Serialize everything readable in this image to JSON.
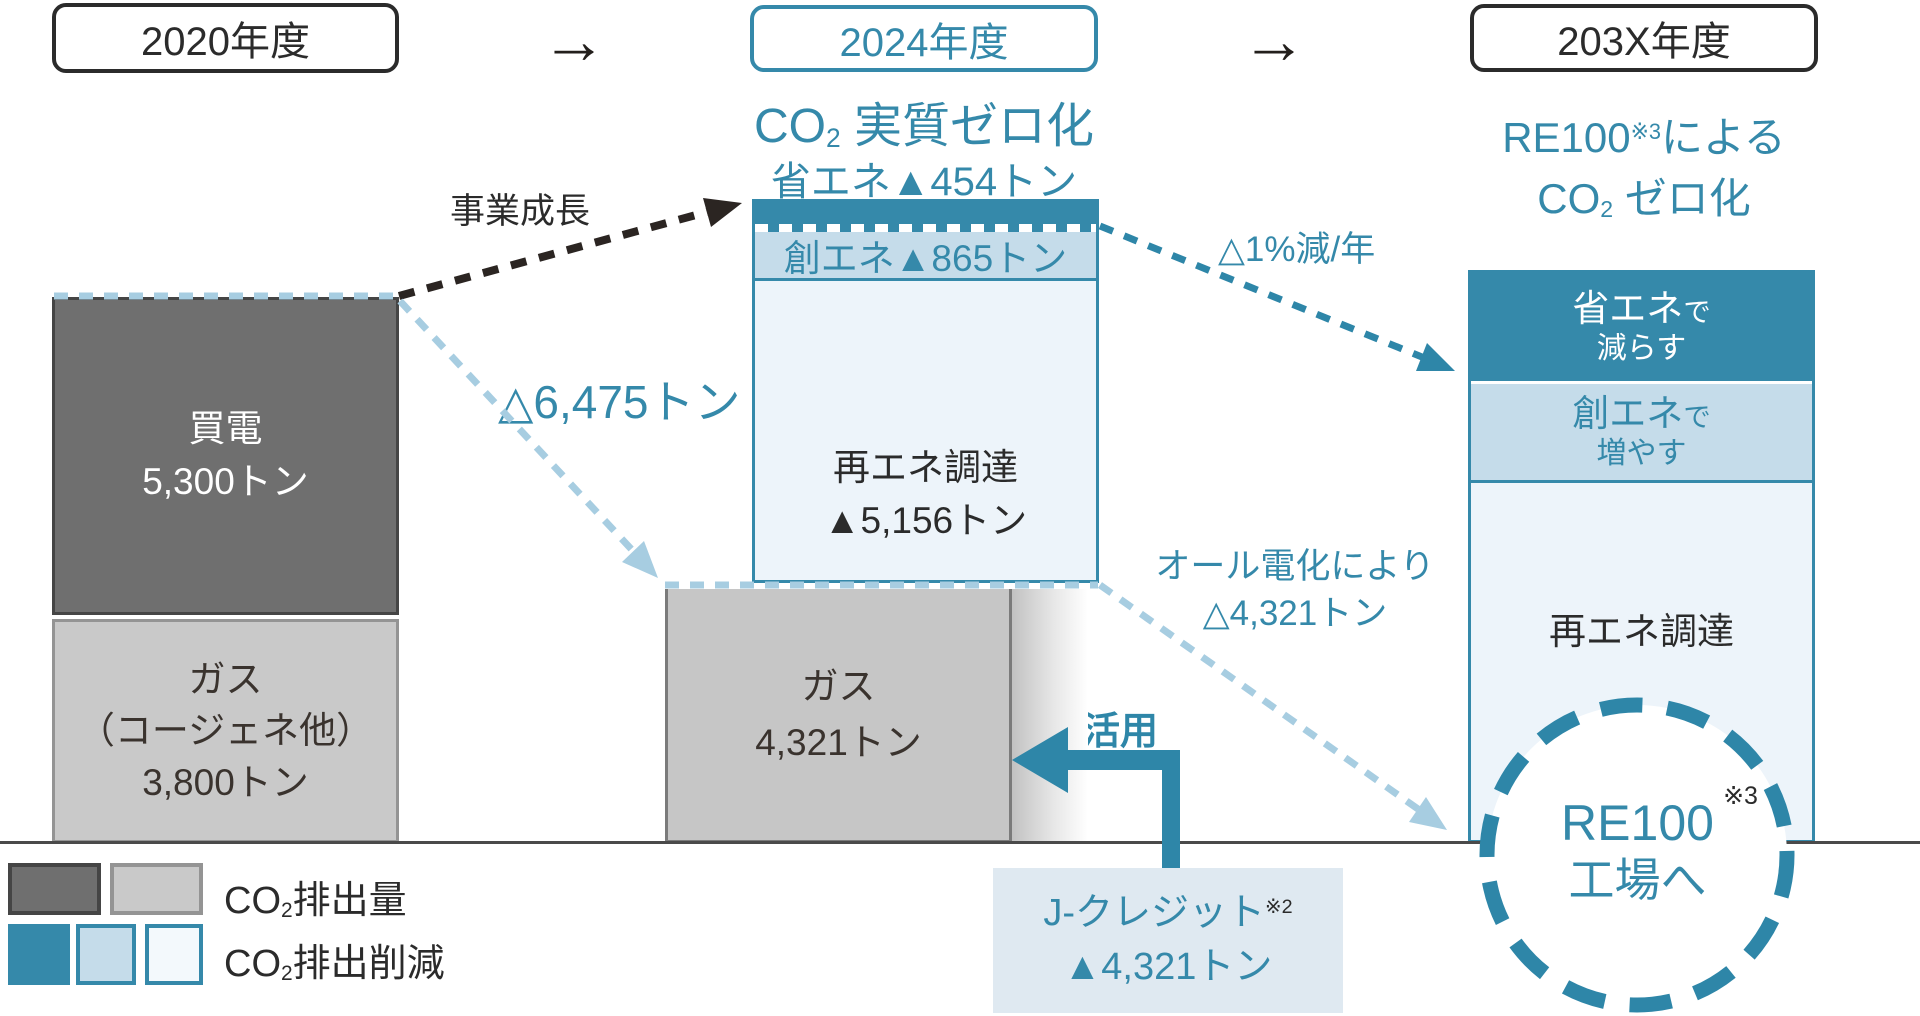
{
  "meta": {
    "description_visible_language": "ja",
    "colors": {
      "teal": "#3589aa",
      "teal_dark": "#2e86a8",
      "light_blue": "#c5dcea",
      "pale_blue": "#edf4fa",
      "dark_gray": "#6f6f6f",
      "light_gray": "#c9c9c9",
      "gas_gray": "#c6c6c6",
      "jcredit_bg": "#dfe9f1",
      "pale_dash": "#a7cde1",
      "black": "#2b2b2b",
      "baseline": "#4a4a4a"
    }
  },
  "timeline": {
    "fy2020": "2020年度",
    "arrow1": "→",
    "fy2024": "2024年度",
    "arrow2": "→",
    "fy203x": "203X年度"
  },
  "mid_headings": {
    "zero_pre": "CO",
    "zero_sub": "2",
    "zero_post": " 実質ゼロ化",
    "shoene": "省エネ▲454トン"
  },
  "right_headings": {
    "re100": "RE100",
    "re100_sup": "※3",
    "re100_post": "による",
    "zero_pre": "CO",
    "zero_sub": "2",
    "zero_post": " ゼロ化"
  },
  "annotations": {
    "business_growth": "事業成長",
    "minus_6475": "△6,475トン",
    "minus_1pct_per_year": "△1%減/年",
    "all_electric_line1": "オール電化により",
    "all_electric_line2": "△4,321トン",
    "utilize": "活用"
  },
  "bar_2020": {
    "top_label": "買電",
    "top_value": "5,300トン",
    "bottom_label": "ガス",
    "bottom_paren": "（コージェネ他）",
    "bottom_value": "3,800トン"
  },
  "bar_2024": {
    "create_energy": "創エネ▲865トン",
    "renewable_line1": "再エネ調達",
    "renewable_line2": "▲5,156トン",
    "gas_label": "ガス",
    "gas_value": "4,321トン"
  },
  "bar_203x": {
    "s1_main": "省エネ",
    "s1_small": "で",
    "s1_line2": "減らす",
    "s2_main": "創エネ",
    "s2_small": "で",
    "s2_line2": "増やす",
    "s3": "再エネ調達"
  },
  "re100_circle": {
    "line1": "RE100",
    "sup": "※3",
    "line2": "工場へ"
  },
  "jcredit": {
    "line1": "J-クレジット",
    "sup": "※2",
    "line2": "▲4,321トン"
  },
  "legend": {
    "row1_pre": "CO",
    "row1_sub": "2",
    "row1_post": "排出量",
    "row2_pre": "CO",
    "row2_sub": "2",
    "row2_post": "排出削減"
  },
  "chart_data": {
    "type": "bar",
    "subtype": "stacked-roadmap",
    "categories": [
      "2020年度",
      "2024年度",
      "203X年度"
    ],
    "unit": "トン(CO2)",
    "legend": [
      {
        "label": "CO2排出量",
        "swatches": [
          "#6f6f6f",
          "#c9c9c9"
        ]
      },
      {
        "label": "CO2排出削減",
        "swatches": [
          "#3589aa",
          "#c5dcea",
          "#f3f9fc"
        ]
      }
    ],
    "stacks": {
      "2020年度": [
        {
          "label": "買電",
          "value": 5300,
          "kind": "CO2排出量",
          "color": "#6f6f6f"
        },
        {
          "label": "ガス（コージェネ他）",
          "value": 3800,
          "kind": "CO2排出量",
          "color": "#c9c9c9"
        }
      ],
      "2024年度": [
        {
          "label": "省エネ",
          "value": 454,
          "kind": "CO2排出削減",
          "color": "#3589aa"
        },
        {
          "label": "創エネ",
          "value": 865,
          "kind": "CO2排出削減",
          "color": "#c5dcea"
        },
        {
          "label": "再エネ調達",
          "value": 5156,
          "kind": "CO2排出削減",
          "color": "#edf4fa"
        },
        {
          "label": "ガス",
          "value": 4321,
          "kind": "CO2排出量",
          "color": "#c6c6c6"
        }
      ],
      "203X年度": [
        {
          "label": "省エネで減らす",
          "kind": "CO2排出削減",
          "color": "#3589aa"
        },
        {
          "label": "創エネで増やす",
          "kind": "CO2排出削減",
          "color": "#c5dcea"
        },
        {
          "label": "再エネ調達",
          "kind": "CO2排出削減",
          "color": "#edf4fa"
        }
      ]
    },
    "annotations": [
      {
        "text": "CO2実質ゼロ化",
        "target": "2024年度"
      },
      {
        "text": "省エネ▲454トン",
        "target": "2024年度"
      },
      {
        "text": "事業成長",
        "type": "arrow",
        "from": "2020年度",
        "to": "2024年度"
      },
      {
        "text": "△6,475トン",
        "type": "arrow",
        "from": "2020年度",
        "to": "2024年度ガス"
      },
      {
        "text": "△1%減/年",
        "type": "arrow",
        "from": "2024年度",
        "to": "203X年度"
      },
      {
        "text": "オール電化により△4,321トン",
        "type": "arrow",
        "from": "2024年度ガス",
        "to": "203X年度"
      },
      {
        "text": "J-クレジット※2 ▲4,321トン",
        "type": "callout",
        "relation": "活用"
      },
      {
        "text": "RE100※3によるCO2ゼロ化",
        "target": "203X年度"
      },
      {
        "text": "RE100※3工場へ",
        "target": "203X年度"
      }
    ]
  }
}
